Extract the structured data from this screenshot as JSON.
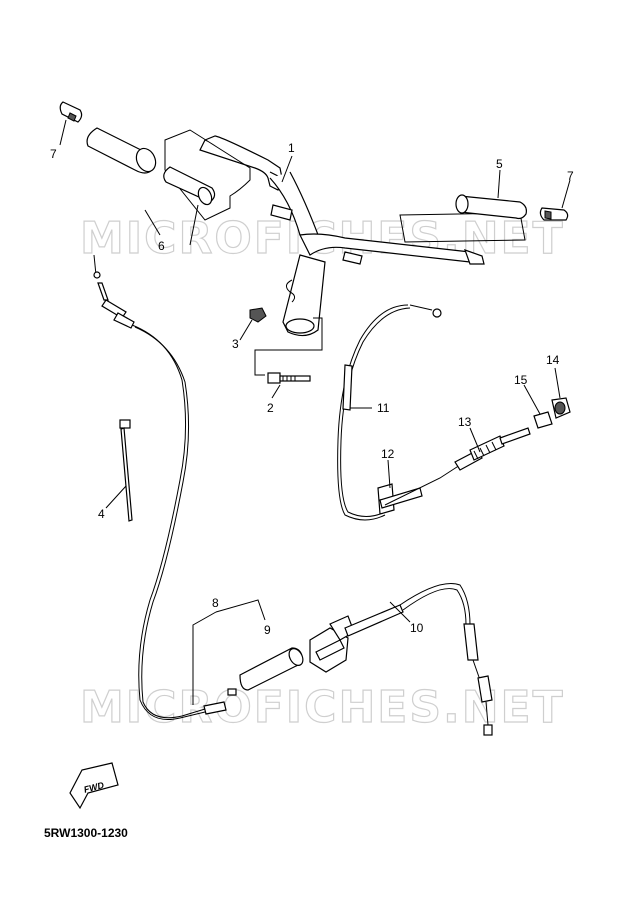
{
  "watermark_top": "MICROFICHES.NET",
  "watermark_bottom": "MICROFICHES.NET",
  "fwd_label": "FWD",
  "diagram_code": "5RW1300-1230",
  "callouts": [
    "1",
    "2",
    "3",
    "4",
    "5",
    "6",
    "7",
    "7",
    "8",
    "9",
    "10",
    "11",
    "12",
    "13",
    "14",
    "15"
  ]
}
